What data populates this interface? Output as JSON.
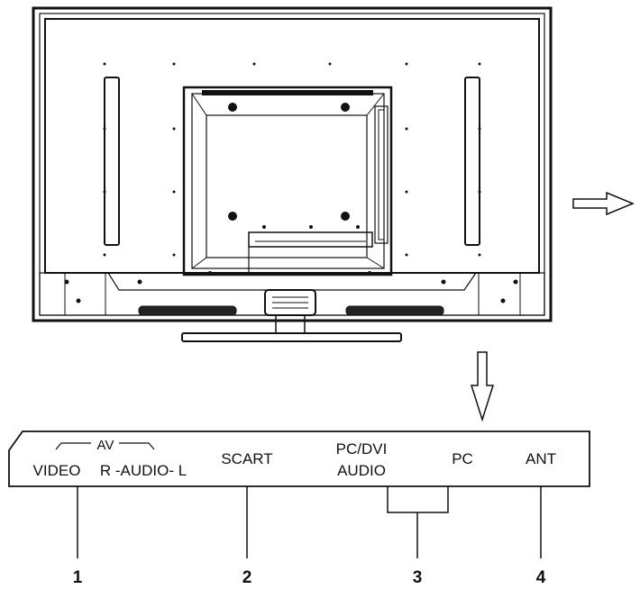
{
  "connectors": {
    "av_group": "AV",
    "video": "VIDEO",
    "audio": "R -AUDIO- L",
    "scart": "SCART",
    "pc_dvi_line1": "PC/DVI",
    "pc_dvi_line2": "AUDIO",
    "pc": "PC",
    "ant": "ANT"
  },
  "callouts": [
    "1",
    "2",
    "3",
    "4"
  ]
}
